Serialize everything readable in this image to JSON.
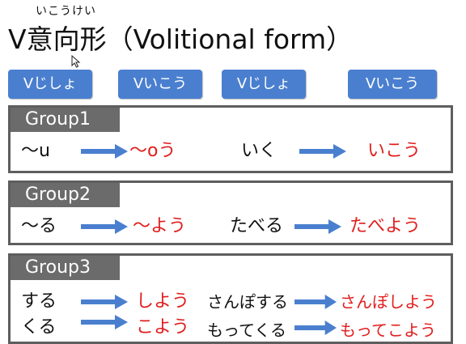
{
  "title": {
    "furigana": "いこうけい",
    "text": "V意向形（Volitional form）"
  },
  "header_buttons": [
    "Vじしょ",
    "Vいこう",
    "Vじしょ",
    "Vいこう"
  ],
  "groups": [
    {
      "label": "Group1",
      "rows": [
        {
          "dict": "〜u",
          "volitional": "〜oう",
          "ex_dict": "いく",
          "ex_volitional": "いこう"
        }
      ]
    },
    {
      "label": "Group2",
      "rows": [
        {
          "dict": "〜る",
          "volitional": "〜よう",
          "ex_dict": "たべる",
          "ex_volitional": "たべよう"
        }
      ]
    },
    {
      "label": "Group3",
      "rows": [
        {
          "dict": "する",
          "volitional": "しよう",
          "ex_dict": "さんぽする",
          "ex_volitional": "さんぽしよう"
        },
        {
          "dict": "くる",
          "volitional": "こよう",
          "ex_dict": "もってくる",
          "ex_volitional": "もってこよう"
        }
      ]
    }
  ],
  "colors": {
    "accent_blue": "#4a7fcf",
    "volitional_red": "#e11d1d",
    "group_tag_gray": "#6b6b6b",
    "box_border": "#5e5e5e"
  },
  "icons": {
    "arrow": "right-arrow-icon",
    "cursor": "mouse-cursor-icon"
  }
}
